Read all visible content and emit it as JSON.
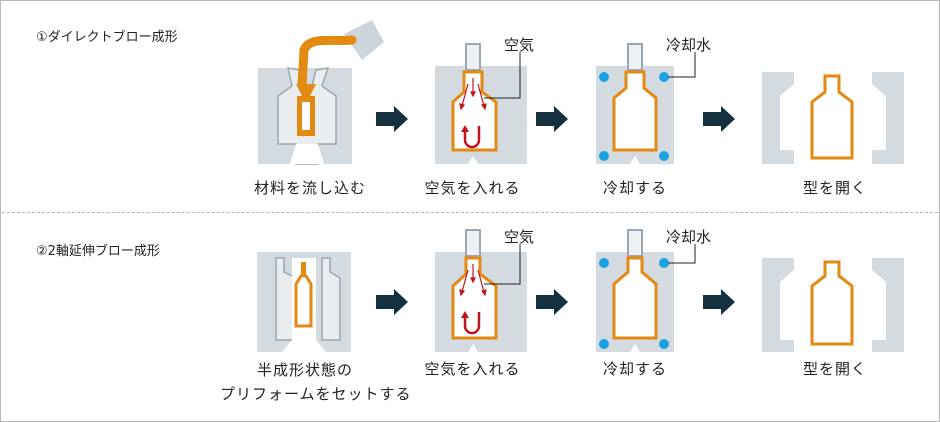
{
  "sections": [
    {
      "title": "①ダイレクトブロー成形",
      "steps": [
        {
          "label": "材料を流し込む"
        },
        {
          "label": "空気を入れる",
          "callout": "空気"
        },
        {
          "label": "冷却する",
          "callout": "冷却水"
        },
        {
          "label": "型を開く"
        }
      ]
    },
    {
      "title": "②2軸延伸ブロー成形",
      "steps": [
        {
          "label_line1": "半成形状態の",
          "label_line2": "プリフォームをセットする"
        },
        {
          "label": "空気を入れる",
          "callout": "空気"
        },
        {
          "label": "冷却する",
          "callout": "冷却水"
        },
        {
          "label": "型を開く"
        }
      ]
    }
  ],
  "colors": {
    "mold": "#d3dbe1",
    "mold_light": "#e9edf0",
    "mold_edge": "#9aa6b0",
    "plastic": "#e38a12",
    "air_arrow": "#c0141c",
    "coolant": "#1aa3e0",
    "process_arrow": "#15313f"
  }
}
